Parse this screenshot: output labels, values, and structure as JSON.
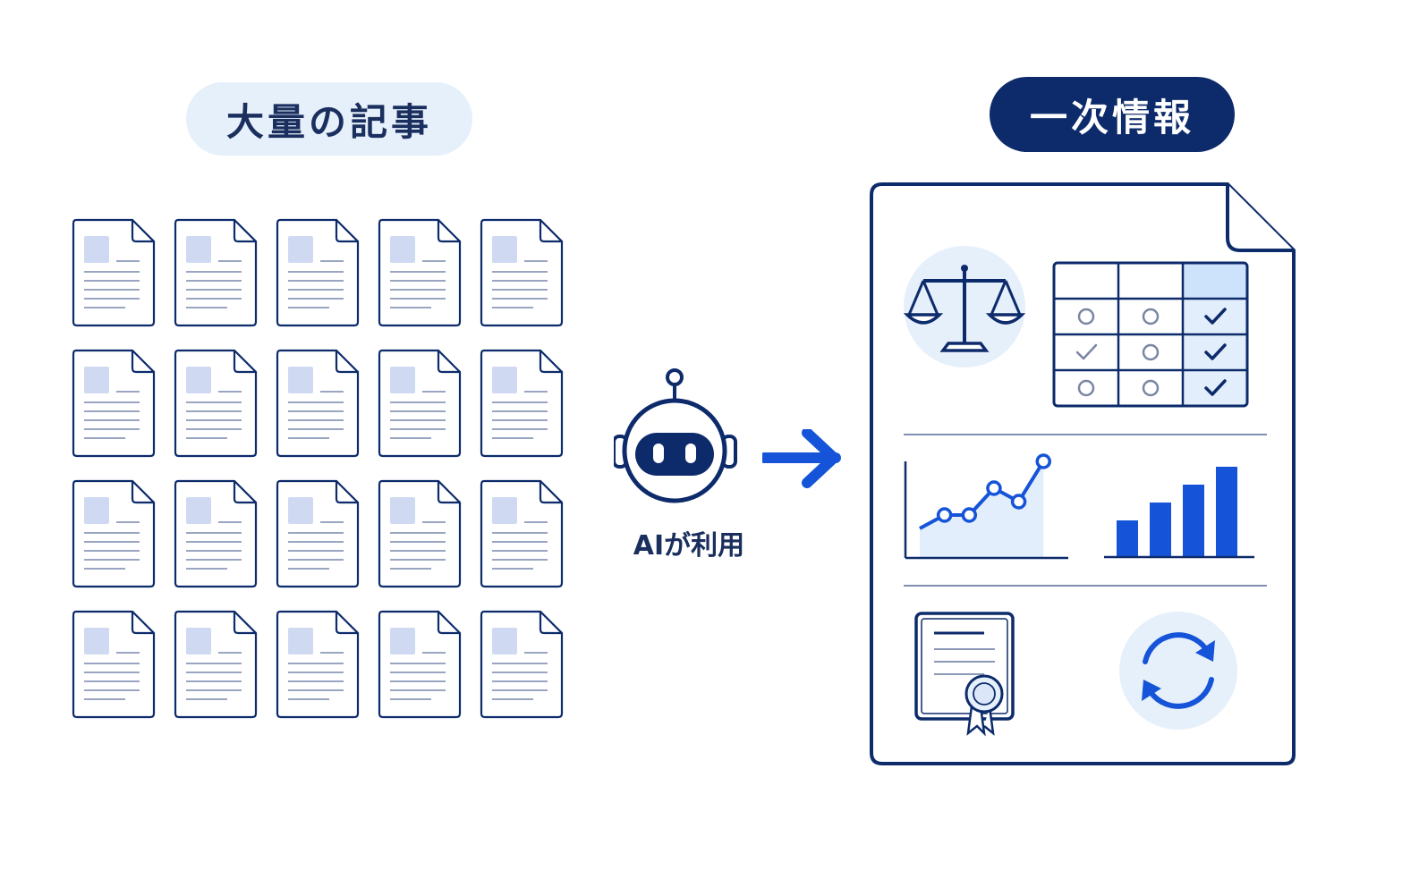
{
  "left_heading": {
    "label": "大量の記事"
  },
  "right_heading": {
    "label": "一次情報"
  },
  "ai": {
    "label": "AIが利用"
  },
  "article_grid": {
    "rows": 4,
    "columns": 5
  },
  "table": {
    "rows": [
      [
        "circle",
        "circle",
        "check"
      ],
      [
        "check",
        "circle",
        "check"
      ],
      [
        "circle",
        "circle",
        "check"
      ]
    ]
  },
  "line_chart": {
    "values": [
      1,
      2,
      2,
      4,
      3,
      6
    ]
  },
  "bar_chart": {
    "values": [
      2,
      3,
      4,
      5
    ]
  },
  "icons": [
    "scales-icon",
    "certificate-icon",
    "refresh-icon",
    "robot-icon",
    "arrow-right-icon"
  ],
  "colors": {
    "navy": "#0d2b6b",
    "blue": "#1554d8",
    "light_blue": "#e6f0fb",
    "doc_line": "#8b99b8",
    "doc_block": "#cfdaf2"
  }
}
